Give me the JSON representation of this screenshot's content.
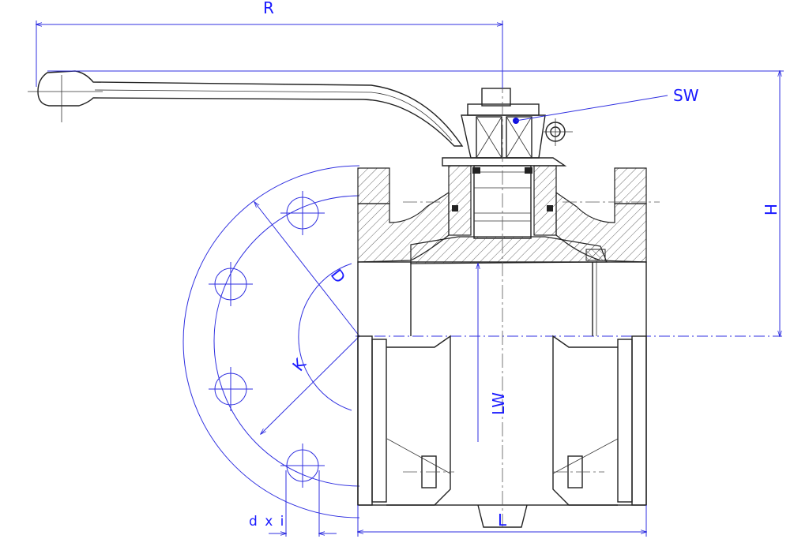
{
  "colors": {
    "dimension": "#2f2fe0",
    "label": "#1a1aff",
    "outline": "#222222",
    "marker": "#1010e0"
  },
  "labels": {
    "R": "R",
    "SW": "SW",
    "H": "H",
    "D": "D",
    "K": "K",
    "LW": "LW",
    "L": "L",
    "dxi": "d x i"
  }
}
